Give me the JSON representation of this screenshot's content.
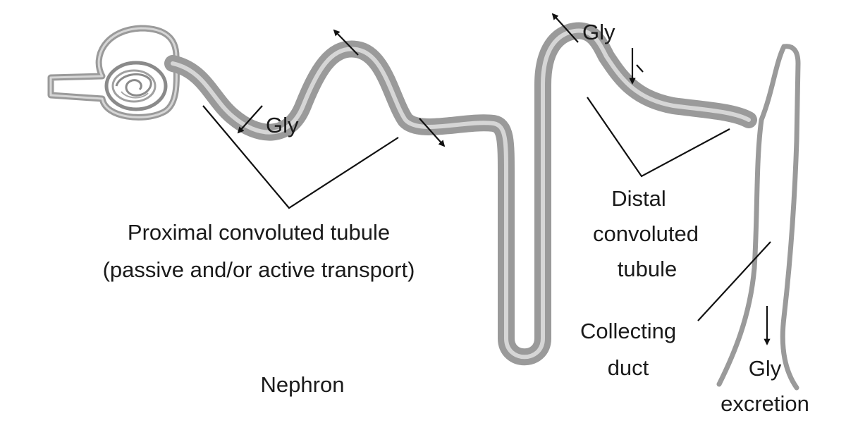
{
  "diagram": {
    "colors": {
      "tubule": "#9a9a9a",
      "arrows": "#111111",
      "text": "#1a1a1a",
      "background": "#ffffff"
    },
    "labels": {
      "proximal_line1": "Proximal convoluted tubule",
      "proximal_line2": "(passive and/or active transport)",
      "distal_line1": "Distal",
      "distal_line2": "convoluted",
      "distal_line3": "tubule",
      "collecting_line1": "Collecting",
      "collecting_line2": "duct",
      "excretion_line1": "Gly",
      "excretion_line2": "excretion",
      "nephron": "Nephron",
      "gly_proximal": "Gly",
      "gly_distal": "Gly"
    }
  }
}
